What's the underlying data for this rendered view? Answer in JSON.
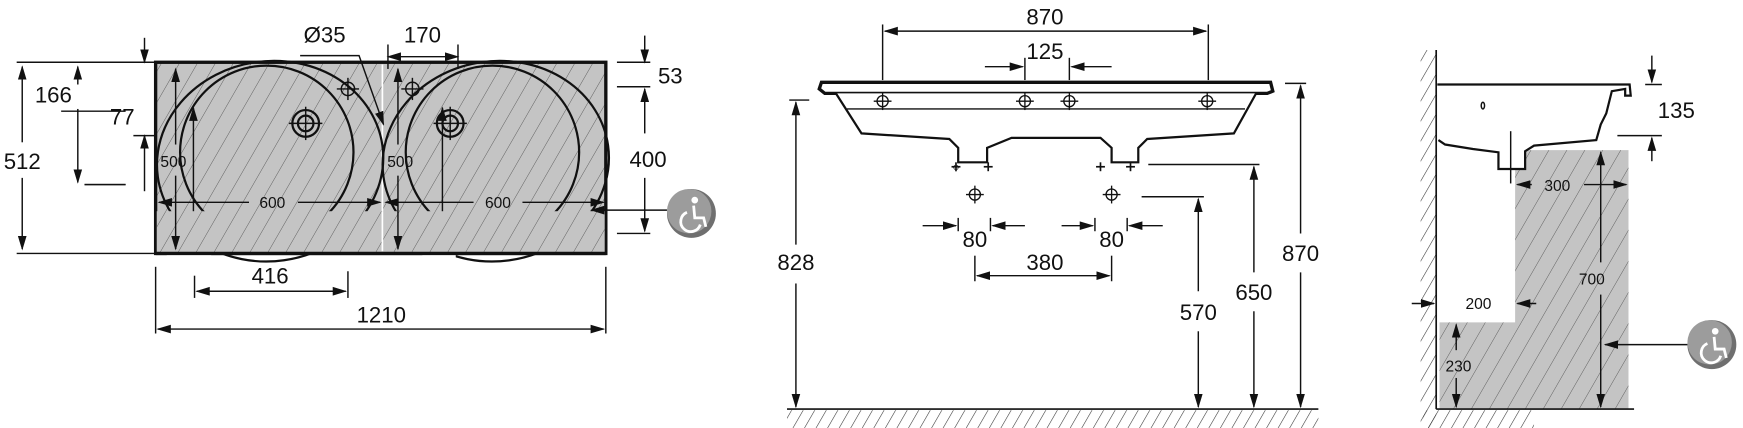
{
  "plan_view": {
    "diameter_label": "Ø35",
    "tap_spacing": "170",
    "depth_total": "512",
    "to_tap": "166",
    "to_tap_small": "77",
    "basin_depth_left": "500",
    "basin_depth_right": "500",
    "basin_width_left": "600",
    "basin_width_right": "600",
    "offset_53": "53",
    "offset_400": "400",
    "tap_offset": "416",
    "total_width": "1210"
  },
  "front_view": {
    "overflow_spacing": "870",
    "center_spacing": "125",
    "rim_height": "828",
    "total_height": "870",
    "trap_height_650": "650",
    "trap_height_570": "570",
    "trap_width_left": "80",
    "trap_width_right": "80",
    "trap_spacing": "380"
  },
  "side_view": {
    "basin_height": "135",
    "knee_depth": "300",
    "toe_depth": "200",
    "knee_height": "700",
    "toe_height": "230"
  },
  "icons": [
    "wheelchair-accessible-icon",
    "wheelchair-accessible-icon"
  ],
  "colors": {
    "zone_fill": "#c4c4c4",
    "line": "#111111"
  }
}
